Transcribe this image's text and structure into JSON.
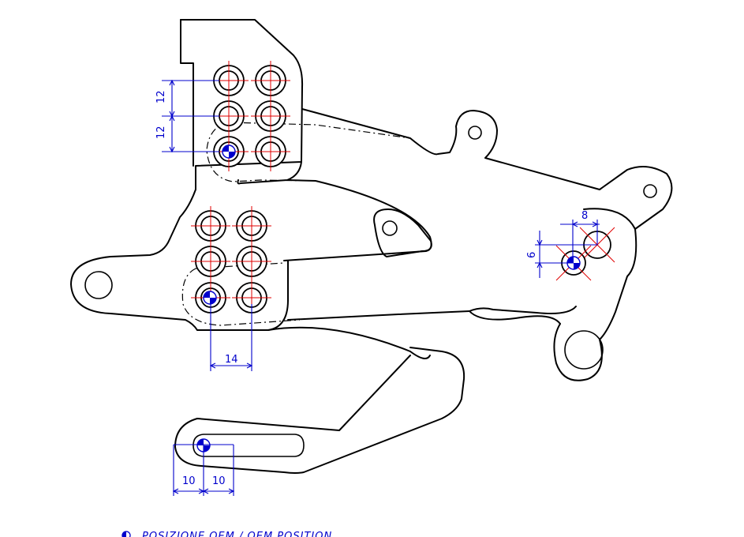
{
  "dimensions": {
    "upper_pitch_1": "12",
    "upper_pitch_2": "12",
    "lower_pitch_x": "14",
    "slot_left": "10",
    "slot_right": "10",
    "pivot_offset_x": "8",
    "pivot_offset_y": "6"
  },
  "legend": {
    "label": "POSIZIONE OEM / OEM POSITION"
  },
  "colors": {
    "outline": "#000000",
    "dimension": "#0000cc",
    "centerline": "#e00000",
    "marker": "#0000cc"
  },
  "icons": {
    "oem_marker": "half-filled-circle-icon"
  }
}
